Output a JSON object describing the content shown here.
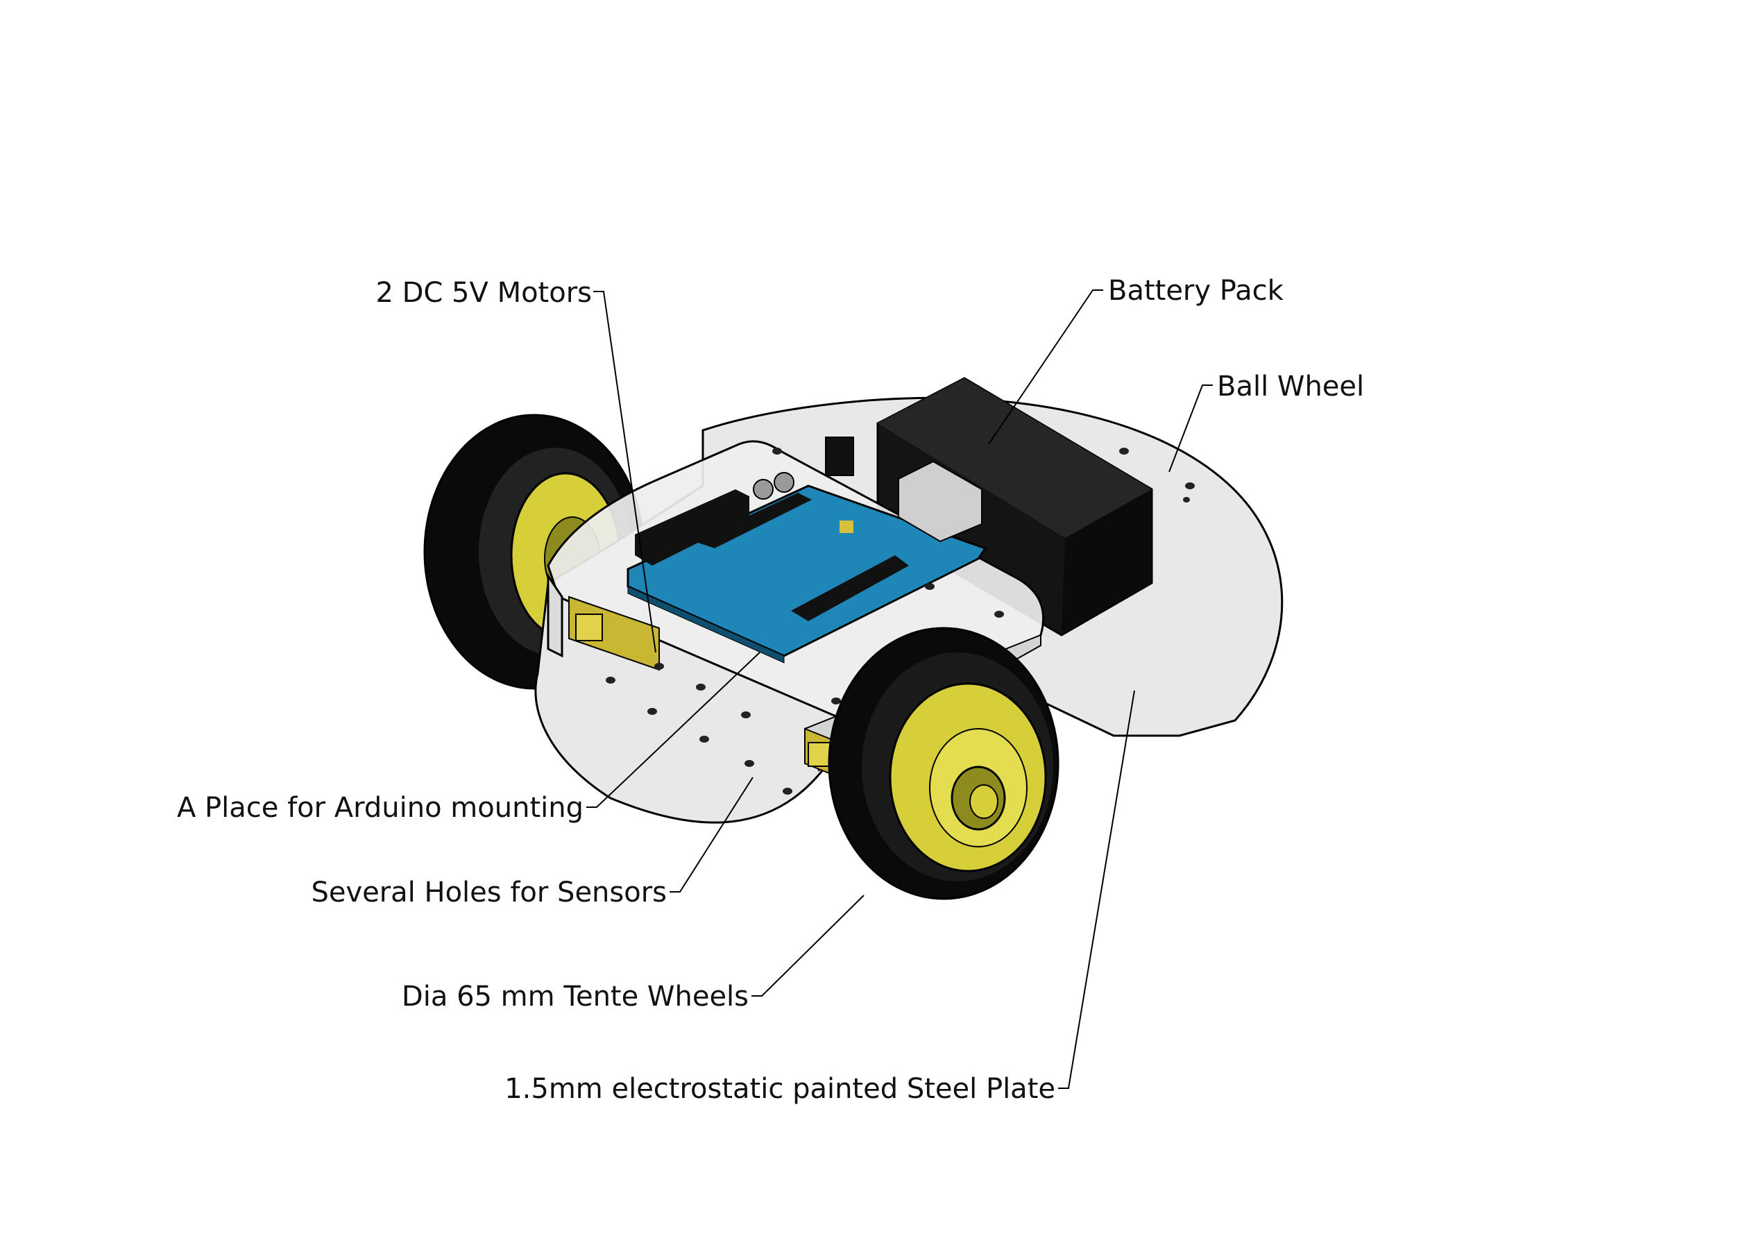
{
  "figure": {
    "subject": "two-wheel robot chassis",
    "callouts": {
      "motors": "2 DC 5V Motors",
      "battery": "Battery Pack",
      "ball_wheel": "Ball Wheel",
      "arduino_mount": "A Place for Arduino mounting",
      "sensor_holes": "Several Holes for Sensors",
      "wheels": "Dia 65 mm Tente Wheels",
      "plate": "1.5mm electrostatic painted Steel Plate"
    }
  },
  "colors": {
    "plate": "#e8e8e8",
    "plate_shadow": "#c9c9c9",
    "tire": "#0a0a0a",
    "hub": "#d6cf3a",
    "hub_dark": "#8d8a1e",
    "board": "#1e87b8",
    "battery": "#141414",
    "motor": "#c9b734"
  }
}
